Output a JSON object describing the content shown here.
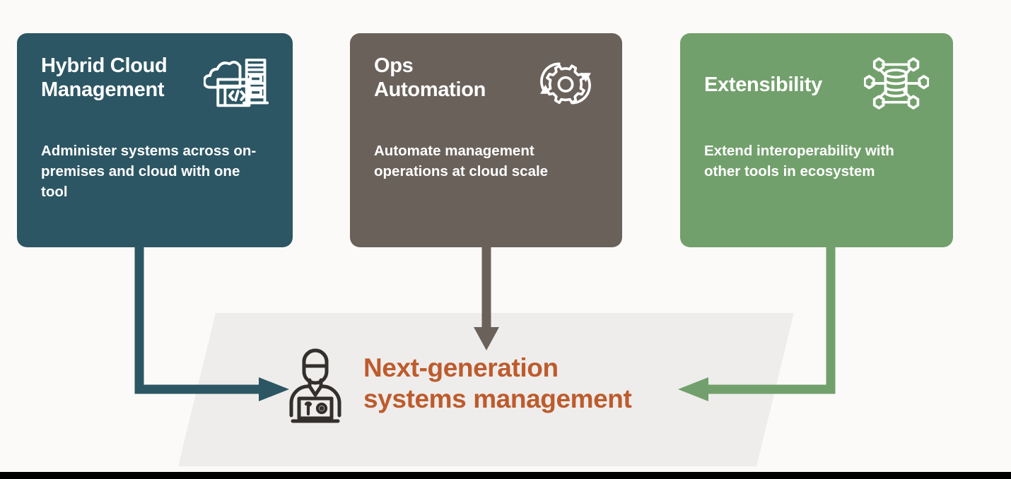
{
  "background_color": "#fbfaf8",
  "cards": [
    {
      "id": "hybrid-cloud-management",
      "title": "Hybrid Cloud\nManagement",
      "description": "Administer systems across on-premises and cloud with one tool",
      "color": "#2c5664",
      "text_color": "#ffffff",
      "icon": "cloud-code-server-icon"
    },
    {
      "id": "ops-automation",
      "title": "Ops\nAutomation",
      "description": "Automate management operations at cloud scale",
      "color": "#6a615b",
      "text_color": "#ffffff",
      "icon": "gear-refresh-cycle-icon"
    },
    {
      "id": "extensibility",
      "title": "Extensibility",
      "description": "Extend interoperability with other tools in ecosystem",
      "color": "#72a06c",
      "text_color": "#ffffff",
      "icon": "hexagon-network-database-icon"
    }
  ],
  "connectors": [
    {
      "from": "hybrid-cloud-management",
      "color": "#2c5664",
      "direction": "down-then-right",
      "head": "right"
    },
    {
      "from": "ops-automation",
      "color": "#6a615b",
      "direction": "down",
      "head": "down"
    },
    {
      "from": "extensibility",
      "color": "#72a06c",
      "direction": "down-then-left",
      "head": "left"
    }
  ],
  "result": {
    "icon": "admin-person-laptop-icon",
    "text": "Next-generation\nsystems management",
    "text_color": "#bd5b2d",
    "band_color": "#eeedeb"
  },
  "bottom_bar": {
    "color": "#000000"
  }
}
